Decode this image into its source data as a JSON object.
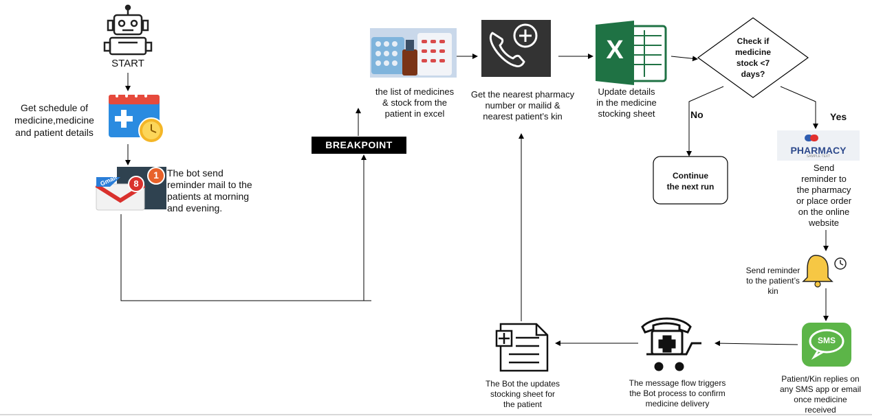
{
  "start": {
    "label": "START"
  },
  "step_schedule": {
    "label": "Get schedule of\nmedicine,medicine\nand patient details"
  },
  "step_mail": {
    "label": "The bot send\nreminder mail to the\npatients at morning\nand evening.",
    "gmail_badge_a": "8",
    "gmail_badge_b": "1",
    "gmail_text": "Gmail"
  },
  "breakpoint": {
    "label": "BREAKPOINT"
  },
  "step_list": {
    "label": "the list of medicines\n& stock from the\npatient in excel"
  },
  "step_pharmacy": {
    "label": "Get the nearest pharmacy\nnumber or mailid &\nnearest patient’s kin"
  },
  "step_update": {
    "label": "Update details\nin the medicine\nstocking sheet",
    "excel_letter": "X"
  },
  "decision": {
    "label": "Check if\nmedicine\nstock <7\ndays?",
    "no_label": "No",
    "yes_label": "Yes"
  },
  "continue_box": {
    "label": "Continue\nthe next run"
  },
  "step_send_pharmacy": {
    "label": "Send\nreminder to\nthe pharmacy\nor place order\non the online\nwebsite",
    "logo_text": "PHARMACY",
    "logo_sub": "SAMPLE TEXT"
  },
  "step_kin": {
    "label": "Send reminder\nto the patient’s\nkin"
  },
  "step_sms": {
    "label": "Patient/Kin replies on\nany SMS app or email\nonce medicine\nreceived",
    "icon_text": "SMS"
  },
  "step_trigger": {
    "label": "The message flow triggers\nthe Bot process to confirm\nmedicine delivery"
  },
  "step_bot_update": {
    "label": "The Bot the updates\nstocking sheet for\nthe patient"
  },
  "colors": {
    "excel_green": "#1f7244",
    "phone_bg": "#333333",
    "calendar_blue": "#2a8be0",
    "bell_yellow": "#f6c744",
    "sms_green": "#5cb548",
    "gmail_red": "#d9312d"
  }
}
